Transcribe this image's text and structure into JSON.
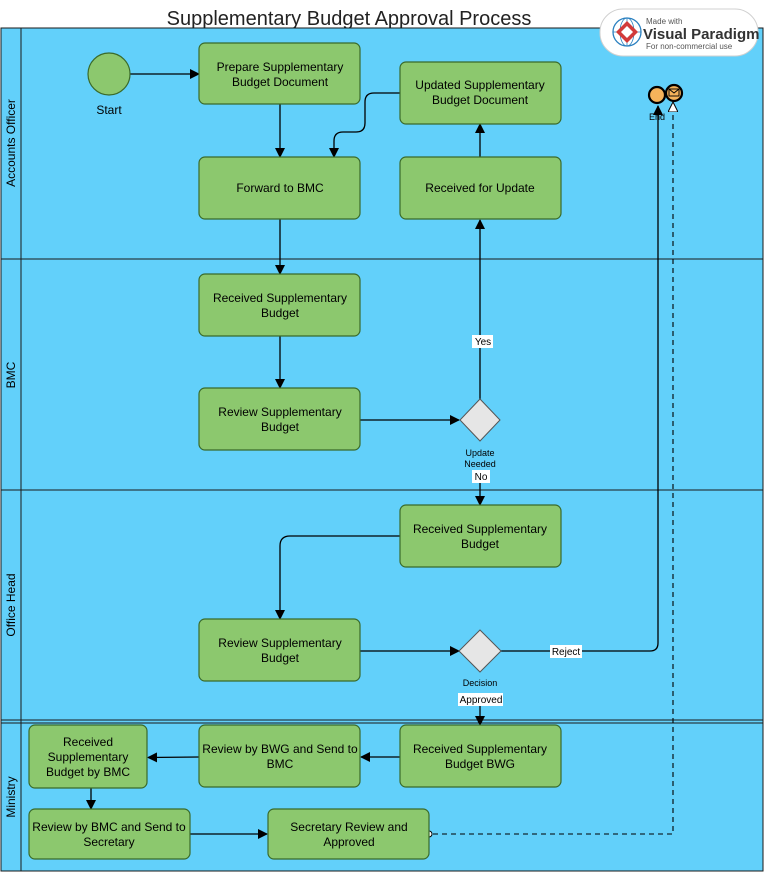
{
  "title": "Supplementary Budget Approval Process",
  "colors": {
    "pool_fill": "#62d0fa",
    "lane_border": "#1a1a1a",
    "task_fill": "#8cc86e",
    "task_stroke": "#3a6a2a",
    "gateway_fill": "#e6e6e6",
    "event_fill": "#8cc86e",
    "end_fill": "#f5b35b"
  },
  "lanes": [
    "Accounts Officer",
    "BMC",
    "Office Head",
    "Ministry"
  ],
  "events": {
    "start_label": "Start",
    "end_label": "End"
  },
  "tasks": {
    "prepare": [
      "Prepare Supplementary",
      "Budget Document"
    ],
    "forward": [
      "Forward to BMC"
    ],
    "updated": [
      "Updated Supplementary",
      "Budget Document"
    ],
    "received_update": [
      "Received for Update"
    ],
    "bmc_received": [
      "Received Supplementary",
      "Budget"
    ],
    "bmc_review": [
      "Review Supplementary",
      "Budget"
    ],
    "oh_received": [
      "Received Supplementary",
      "Budget"
    ],
    "oh_review": [
      "Review Supplementary",
      "Budget"
    ],
    "min_received_bwg": [
      "Received Supplementary",
      "Budget BWG"
    ],
    "min_review_bwg": [
      "Review by BWG and Send to",
      "BMC"
    ],
    "min_received_bmc": [
      "Received",
      "Supplementary",
      "Budget by BMC"
    ],
    "min_review_bmc": [
      "Review by BMC and Send to",
      "Secretary"
    ],
    "min_secretary": [
      "Secretary Review and",
      "Approved"
    ]
  },
  "gateways": {
    "update_needed": [
      "Update",
      "Needed"
    ],
    "decision": [
      "Decision"
    ]
  },
  "edge_labels": {
    "yes": "Yes",
    "no": "No",
    "reject": "Reject",
    "approved": "Approved"
  },
  "watermark": {
    "made_with": "Made with",
    "brand": "Visual Paradigm",
    "sub": "For non-commercial use"
  }
}
